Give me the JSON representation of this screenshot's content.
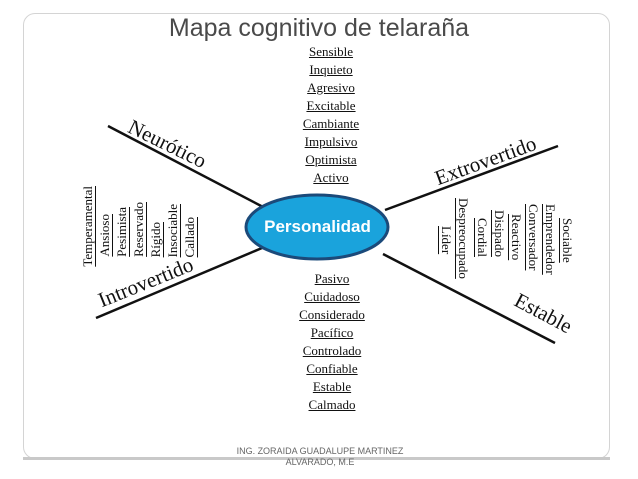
{
  "title": "Mapa cognitivo de telaraña",
  "center": "Personalidad",
  "axes": {
    "neurotico": "Neurótico",
    "extrovertido": "Extrovertido",
    "introvertido": "Introvertido",
    "estable": "Estable"
  },
  "top_words": [
    "Sensible",
    "Inquieto",
    "Agresivo",
    "Excitable",
    "Cambiante",
    "Impulsivo",
    "Optimista",
    "Activo"
  ],
  "bottom_words": [
    "Pasivo",
    "Cuidadoso",
    "Considerado",
    "Pacífico",
    "Controlado",
    "Confiable",
    "Estable",
    "Calmado"
  ],
  "left_words": [
    "Temperamental",
    "Ansioso",
    "Pesimista",
    "Reservado",
    "Rígido",
    "Insociable",
    "Callado"
  ],
  "right_words": [
    "Sociable",
    "Emprendedor",
    "Conversador",
    "Reactivo",
    "Disipado",
    "Cordial",
    "Despreocupado",
    "Líder"
  ],
  "footer": "ING. ZORAIDA GUADALUPE MARTINEZ ALVARADO, M.E",
  "colors": {
    "ellipse_fill": "#1aa3dc",
    "ellipse_stroke": "#1b4a7a"
  }
}
